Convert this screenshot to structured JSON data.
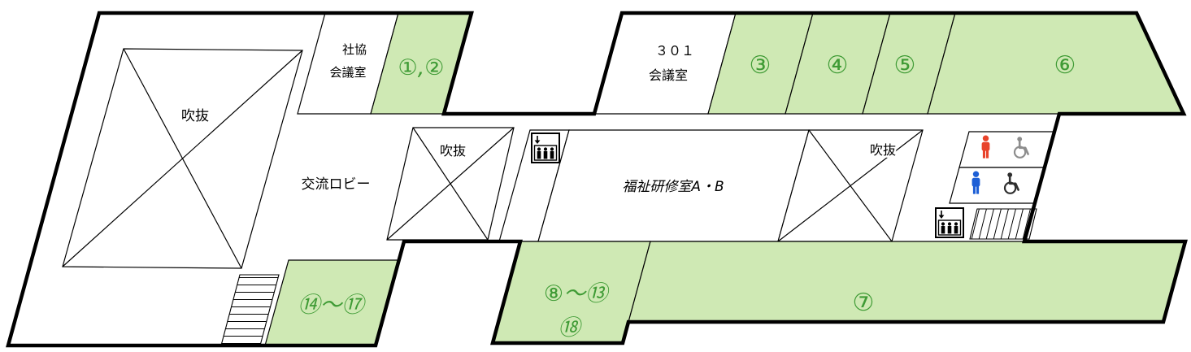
{
  "colors": {
    "room_green": "#cfe9b4",
    "number_green": "#3f9b35",
    "outline": "#000000",
    "icon_female": "#e8432b",
    "icon_male": "#1d5fd6",
    "icon_wheelchair_light": "#8d8d8d",
    "icon_wheelchair_dark": "#2f2f2f"
  },
  "labels": {
    "atrium_left": "吹抜",
    "atrium_center": "吹抜",
    "atrium_right": "吹抜",
    "shakyo_line1": "社協",
    "shakyo_line2": "会議室",
    "lobby": "交流ロビー",
    "room301_line1": "３０１",
    "room301_line2": "会議室",
    "training_room": "福祉研修室A・B",
    "zone_1_2": "①,②",
    "zone_3": "③",
    "zone_4": "④",
    "zone_5": "⑤",
    "zone_6": "⑥",
    "zone_7": "⑦",
    "zone_8_13": "⑧〜⑬",
    "zone_18": "⑱",
    "zone_14_17": "⑭〜⑰"
  },
  "icons": {
    "elevator_left": "elevator-down-icon",
    "elevator_right": "elevator-down-icon",
    "toilet_female": "female-toilet-icon",
    "toilet_male": "male-toilet-icon",
    "accessible_female": "wheelchair-accessible-icon",
    "accessible_male": "wheelchair-accessible-icon",
    "stairs_left": "stairs",
    "stairs_right": "stairs"
  }
}
